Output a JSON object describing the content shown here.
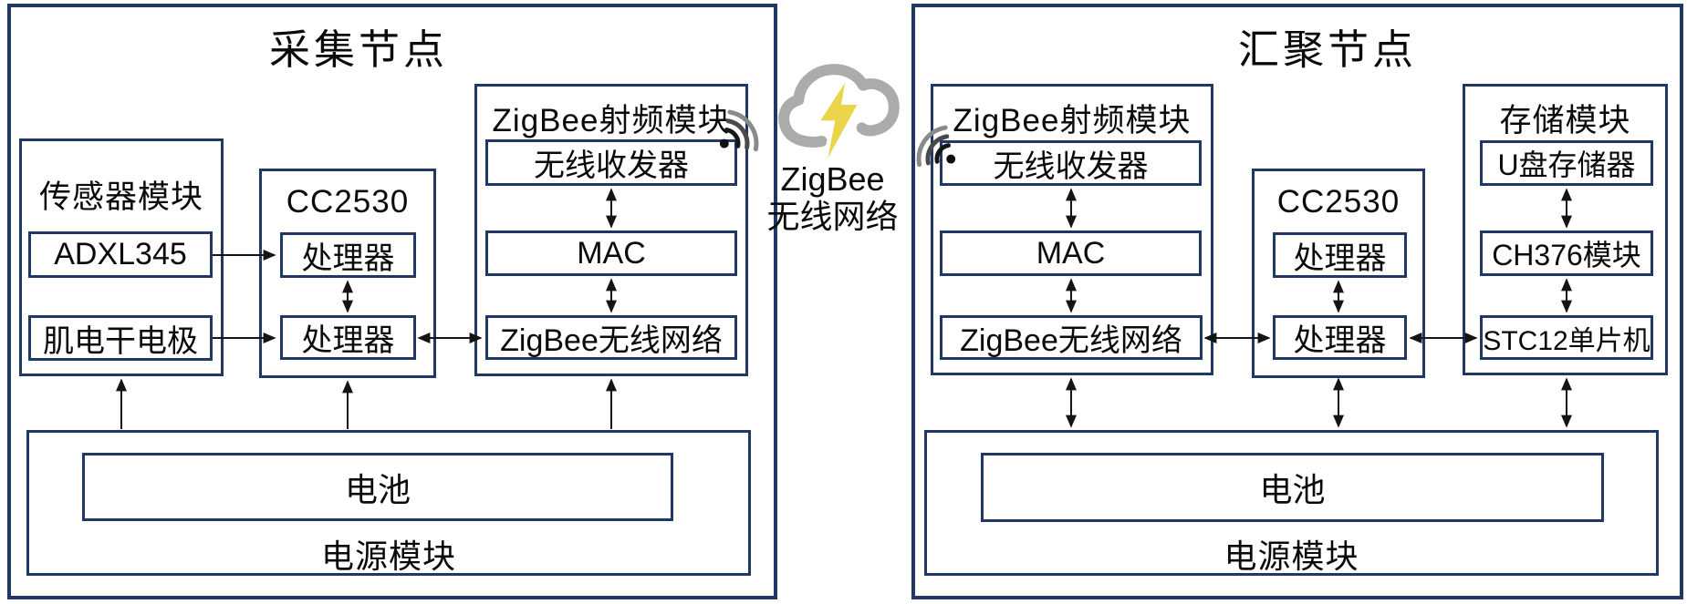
{
  "left": {
    "title": "采集节点",
    "sensor": {
      "title": "传感器模块",
      "box1": "ADXL345",
      "box2": "肌电干电极"
    },
    "cc2530": {
      "title": "CC2530",
      "box1": "处理器",
      "box2": "处理器"
    },
    "rf": {
      "title": "ZigBee射频模块",
      "box1": "无线收发器",
      "box2": "MAC",
      "box3": "ZigBee无线网络"
    },
    "power": {
      "title": "电源模块",
      "battery": "电池"
    }
  },
  "right": {
    "title": "汇聚节点",
    "rf": {
      "title": "ZigBee射频模块",
      "box1": "无线收发器",
      "box2": "MAC",
      "box3": "ZigBee无线网络"
    },
    "cc2530": {
      "title": "CC2530",
      "box1": "处理器",
      "box2": "处理器"
    },
    "storage": {
      "title": "存储模块",
      "box1": "U盘存储器",
      "box2": "CH376模块",
      "box3": "STC12单片机"
    },
    "power": {
      "title": "电源模块",
      "battery": "电池"
    }
  },
  "link": {
    "line1": "ZigBee",
    "line2": "无线网络"
  },
  "icons": {
    "cloud": "cloud-lightning-icon",
    "wifi_left": "wifi-signal-icon",
    "wifi_right": "wifi-signal-icon"
  },
  "colors": {
    "border": "#1f3864",
    "text": "#0a0a0a",
    "arrow": "#141414",
    "cloud": "#ababab",
    "lightning": "#e9d44a",
    "background": "#ffffff"
  }
}
